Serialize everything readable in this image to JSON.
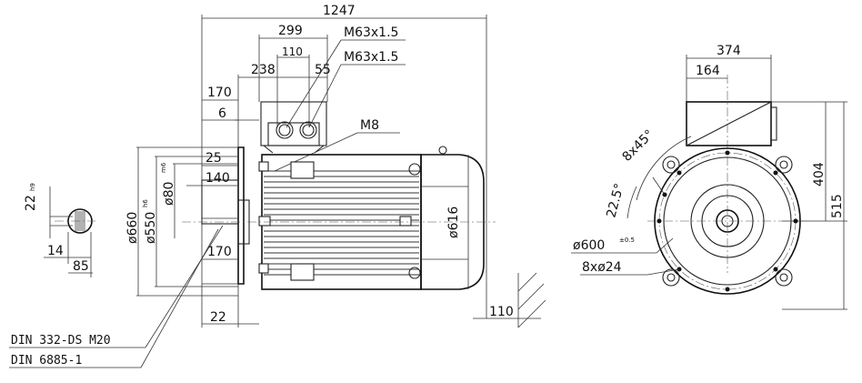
{
  "side_view": {
    "overall_length": "1247",
    "terminal_box_width": "299",
    "gland_spacing": "110",
    "gland_offset": "55",
    "terminal_box_offset": "238",
    "flange_to_box": "170",
    "spigot_depth": "6",
    "gland_thread_1": "M63x1.5",
    "gland_thread_2": "M63x1.5",
    "earth_thread": "M8",
    "shaft_key_offset": "25",
    "shaft_length": "140",
    "shaft_diameter": "ø80",
    "shaft_tolerance": "m6",
    "spigot_diameter": "ø550",
    "spigot_tolerance": "h6",
    "flange_diameter": "ø660",
    "shaft_end_length": "170",
    "flange_thickness": "22",
    "body_diameter": "ø616",
    "removal_clearance": "110",
    "center_hole_spec": "DIN 332-DS M20",
    "key_spec": "DIN 6885-1"
  },
  "key_section": {
    "key_width": "22",
    "key_tolerance": "h9",
    "key_depth": "14",
    "shaft_height": "85"
  },
  "end_view": {
    "box_width": "374",
    "box_offset": "164",
    "overall_height": "515",
    "center_height": "404",
    "hole_pattern": "8x45°",
    "hole_offset_angle": "22.5°",
    "pcd": "ø600",
    "pcd_tolerance": "±0.5",
    "holes": "8xø24"
  }
}
